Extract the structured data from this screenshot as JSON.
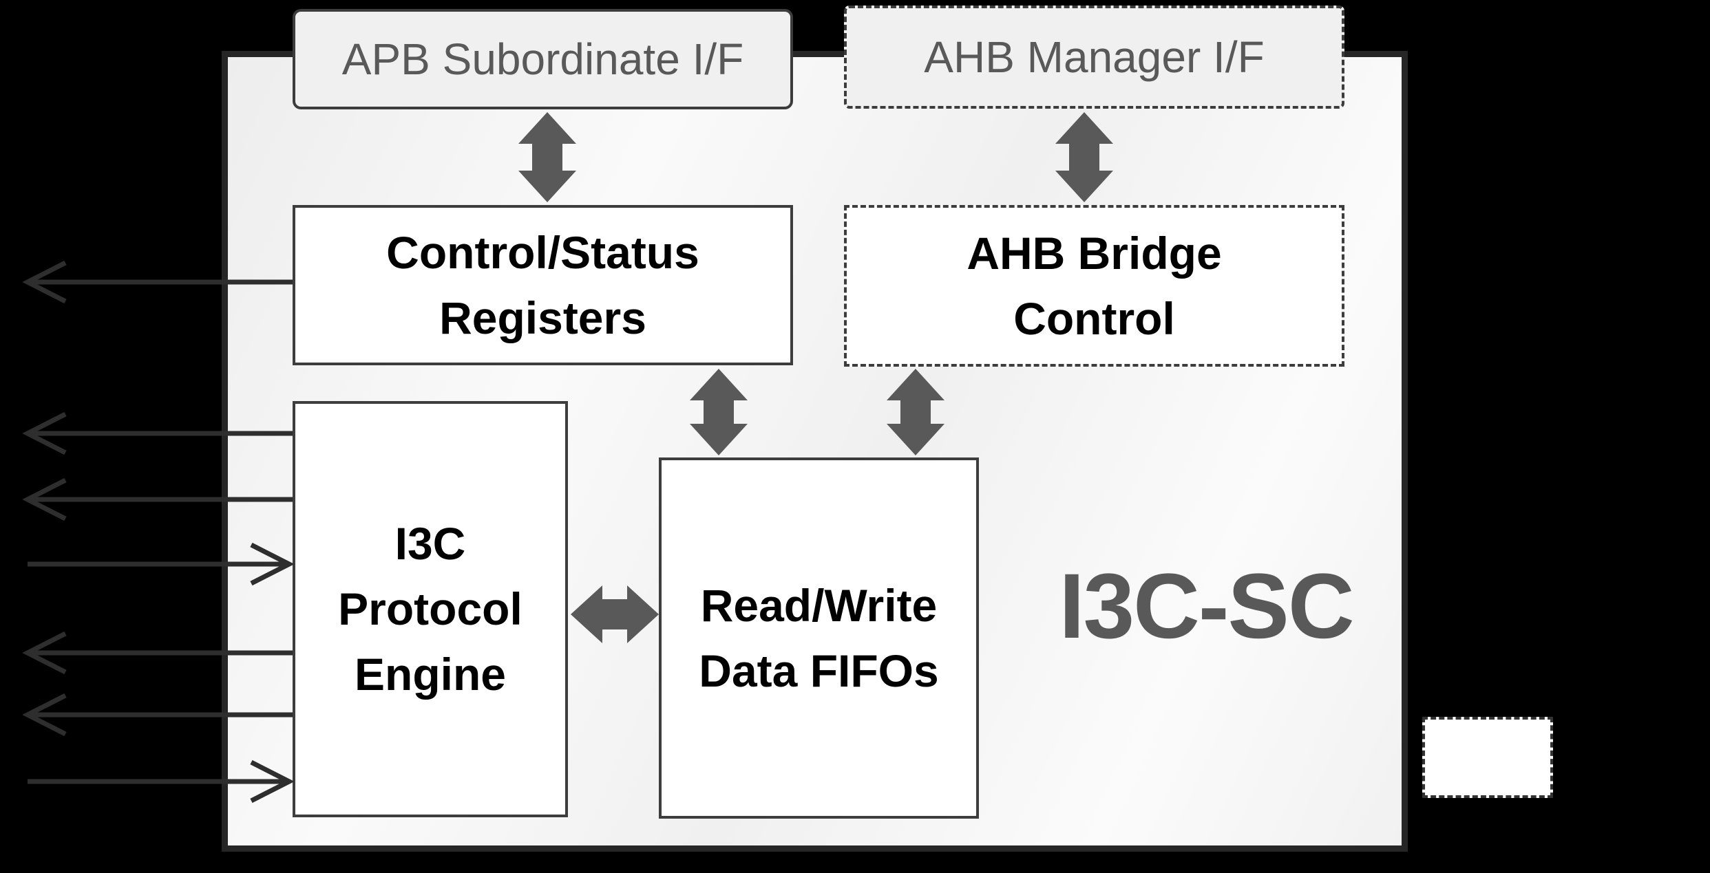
{
  "diagram": {
    "title": "I3C-SC",
    "blocks": {
      "apb_subordinate": {
        "label": "APB Subordinate I/F"
      },
      "ahb_manager": {
        "label": "AHB Manager I/F"
      },
      "control_status": {
        "lines": [
          "Control/Status",
          "Registers"
        ]
      },
      "ahb_bridge": {
        "lines": [
          "AHB Bridge",
          "Control"
        ]
      },
      "i3c_engine": {
        "lines": [
          "I3C",
          "Protocol",
          "Engine"
        ]
      },
      "rw_fifos": {
        "lines": [
          "Read/Write",
          "Data FIFOs"
        ]
      }
    },
    "colors": {
      "background": "#000000",
      "chip_fill": "#f5f5f5",
      "chip_border": "#262626",
      "interface_box_fill": "#f0f0f0",
      "inner_box_fill": "#ffffff",
      "box_border": "#3d3d3d",
      "double_arrow": "#595959",
      "signal_line": "#2e2e2e",
      "gray_text": "#595959",
      "black_text": "#000000"
    }
  }
}
